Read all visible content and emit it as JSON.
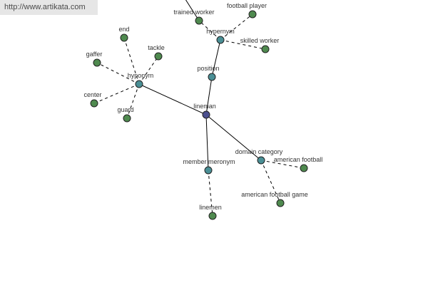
{
  "watermark": "http://www.artikata.com",
  "colors": {
    "center_node": "#4b4f8e",
    "relation_node": "#4a8f95",
    "leaf_node": "#4f8a4f"
  },
  "graph": {
    "center": {
      "id": "lineman",
      "label": "lineman"
    },
    "relations": [
      {
        "id": "hypernym",
        "label": "hypernym",
        "via": {
          "id": "position",
          "label": "position"
        },
        "leaves": [
          {
            "id": "trained-worker",
            "label": "trained worker"
          },
          {
            "id": "football-player",
            "label": "football player"
          },
          {
            "id": "skilled-worker",
            "label": "skilled worker"
          }
        ]
      },
      {
        "id": "hyponym",
        "label": "hyponym",
        "leaves": [
          {
            "id": "end",
            "label": "end"
          },
          {
            "id": "tackle",
            "label": "tackle"
          },
          {
            "id": "gaffer",
            "label": "gaffer"
          },
          {
            "id": "center",
            "label": "center"
          },
          {
            "id": "guard",
            "label": "guard"
          }
        ]
      },
      {
        "id": "member-meronym",
        "label": "member meronym",
        "leaves": [
          {
            "id": "linemen",
            "label": "linemen"
          }
        ]
      },
      {
        "id": "domain-category",
        "label": "domain category",
        "leaves": [
          {
            "id": "american-football",
            "label": "american football"
          },
          {
            "id": "american-football-game",
            "label": "american football game"
          }
        ]
      }
    ]
  }
}
